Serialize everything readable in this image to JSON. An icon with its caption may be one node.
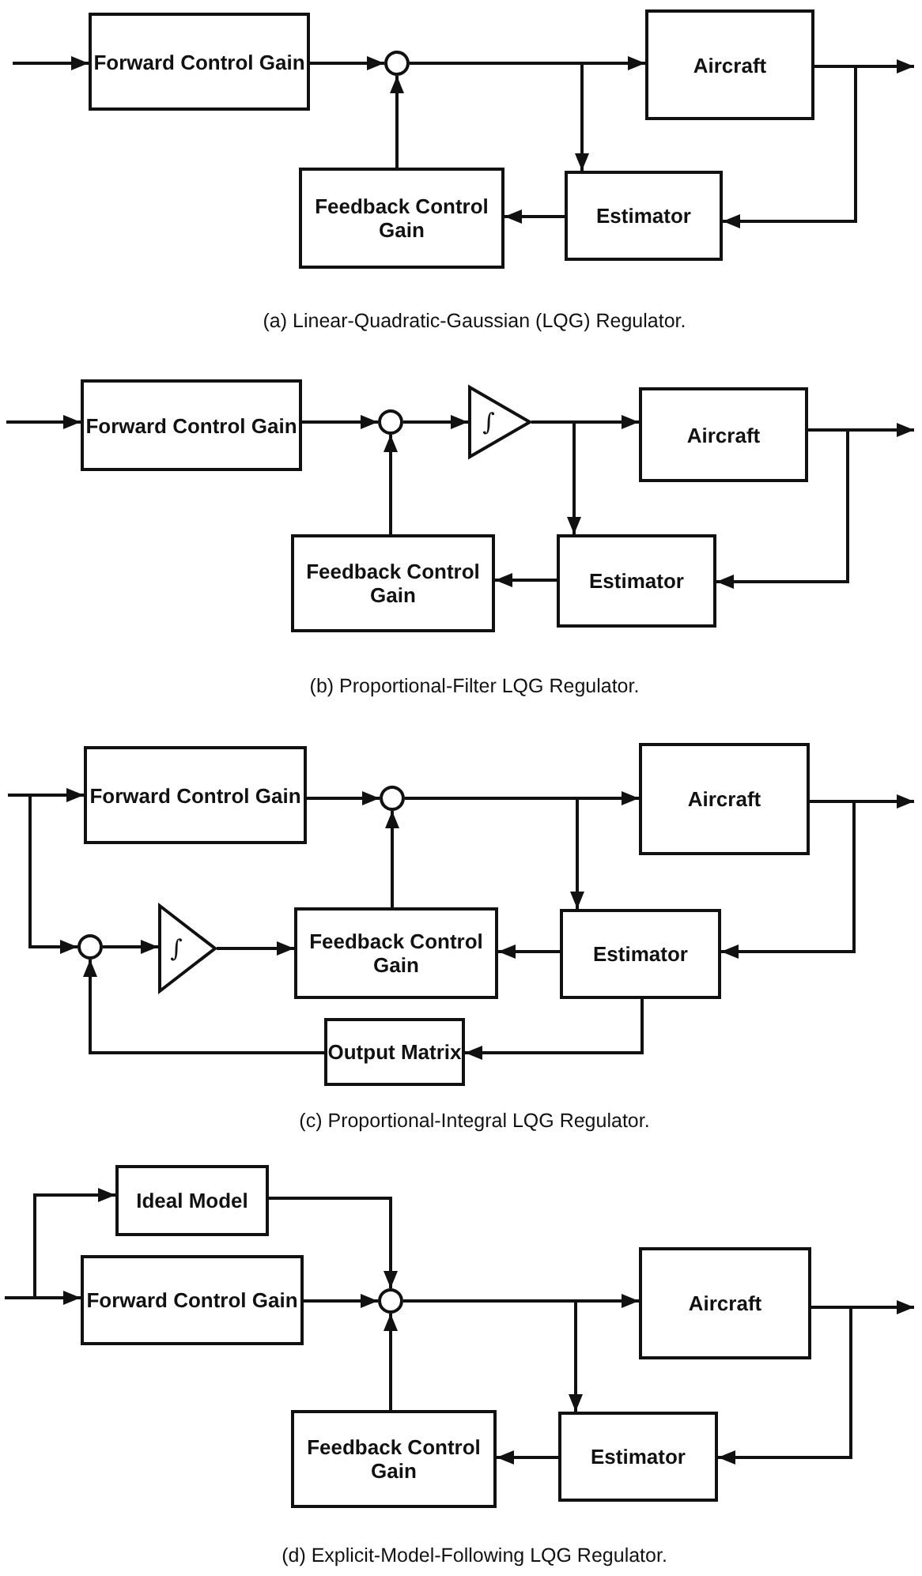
{
  "diagram": {
    "nodes": [
      {
        "text": [
          "Forward Control Gain"
        ]
      },
      {
        "text": [],
        "shape": "circle"
      },
      {
        "text": [
          "Aircraft"
        ]
      },
      {
        "text": [
          "Feedback Control Gain"
        ]
      },
      {
        "text": [
          "Estimator"
        ]
      },
      {
        "text": [
          "Forward Control Gain"
        ]
      },
      {
        "text": [],
        "shape": "circle"
      },
      {
        "text": [
          "∫"
        ]
      },
      {
        "text": [
          "Aircraft"
        ]
      },
      {
        "text": [
          "Feedback Control Gain"
        ]
      },
      {
        "text": [
          "Estimator"
        ]
      },
      {
        "text": [
          "Forward Control Gain"
        ]
      },
      {
        "text": [],
        "shape": "circle"
      },
      {
        "text": [
          "Aircraft"
        ]
      },
      {
        "text": [],
        "shape": "circle"
      },
      {
        "text": [
          "∫"
        ]
      },
      {
        "text": [
          "Feedback Control Gain"
        ]
      },
      {
        "text": [
          "Estimator"
        ]
      },
      {
        "text": [
          "Output Matrix"
        ]
      },
      {
        "text": [
          "Ideal Model"
        ]
      },
      {
        "text": [
          "Forward Control Gain"
        ]
      },
      {
        "text": [],
        "shape": "circle"
      },
      {
        "text": [
          "Aircraft"
        ]
      },
      {
        "text": [
          "Feedback Control Gain"
        ]
      },
      {
        "text": [
          "Estimator"
        ]
      }
    ],
    "edges": [
      {
        "from": null,
        "to": 0,
        "arrow": "to"
      },
      {
        "from": 0,
        "to": 1,
        "arrow": "to"
      },
      {
        "from": 1,
        "to": 2,
        "arrow": "to"
      },
      {
        "from": 1,
        "to": 4,
        "arrow": "to"
      },
      {
        "from": 2,
        "to": null,
        "arrow": "to"
      },
      {
        "from": 2,
        "to": 4,
        "arrow": "to"
      },
      {
        "from": 4,
        "to": 3,
        "arrow": "to"
      },
      {
        "from": 3,
        "to": 1,
        "arrow": "to"
      },
      {
        "from": null,
        "to": 5,
        "arrow": "to"
      },
      {
        "from": 5,
        "to": 6,
        "arrow": "to"
      },
      {
        "from": 6,
        "to": 7,
        "arrow": "to"
      },
      {
        "from": 7,
        "to": 8,
        "arrow": "to"
      },
      {
        "from": 7,
        "to": 10,
        "arrow": "to"
      },
      {
        "from": 8,
        "to": null,
        "arrow": "to"
      },
      {
        "from": 8,
        "to": 10,
        "arrow": "to"
      },
      {
        "from": 10,
        "to": 9,
        "arrow": "to"
      },
      {
        "from": 9,
        "to": 6,
        "arrow": "to"
      },
      {
        "from": null,
        "to": 11,
        "arrow": "to"
      },
      {
        "from": null,
        "to": 14,
        "arrow": "to"
      },
      {
        "from": 11,
        "to": 12,
        "arrow": "to"
      },
      {
        "from": 12,
        "to": 13,
        "arrow": "to"
      },
      {
        "from": 12,
        "to": 17,
        "arrow": "to"
      },
      {
        "from": 13,
        "to": null,
        "arrow": "to"
      },
      {
        "from": 13,
        "to": 17,
        "arrow": "to"
      },
      {
        "from": 17,
        "to": 16,
        "arrow": "to"
      },
      {
        "from": 16,
        "to": 12,
        "arrow": "to"
      },
      {
        "from": 14,
        "to": 15,
        "arrow": "to"
      },
      {
        "from": 15,
        "to": 16,
        "arrow": "to"
      },
      {
        "from": 17,
        "to": 18,
        "arrow": "to"
      },
      {
        "from": 18,
        "to": 14,
        "arrow": "to"
      },
      {
        "from": null,
        "to": 20,
        "arrow": "to"
      },
      {
        "from": null,
        "to": 19,
        "arrow": "to"
      },
      {
        "from": 19,
        "to": 21,
        "arrow": "to"
      },
      {
        "from": 20,
        "to": 21,
        "arrow": "to"
      },
      {
        "from": 21,
        "to": 22,
        "arrow": "to"
      },
      {
        "from": 21,
        "to": 24,
        "arrow": "to"
      },
      {
        "from": 22,
        "to": null,
        "arrow": "to"
      },
      {
        "from": 22,
        "to": 24,
        "arrow": "to"
      },
      {
        "from": 24,
        "to": 23,
        "arrow": "to"
      },
      {
        "from": 23,
        "to": 21,
        "arrow": "to"
      }
    ],
    "labels": [
      "(a) Linear-Quadratic-Gaussian (LQG) Regulator.",
      "(b) Proportional-Filter LQG Regulator.",
      "(c) Proportional-Integral LQG Regulator.",
      "(d) Explicit-Model-Following LQG Regulator."
    ]
  }
}
